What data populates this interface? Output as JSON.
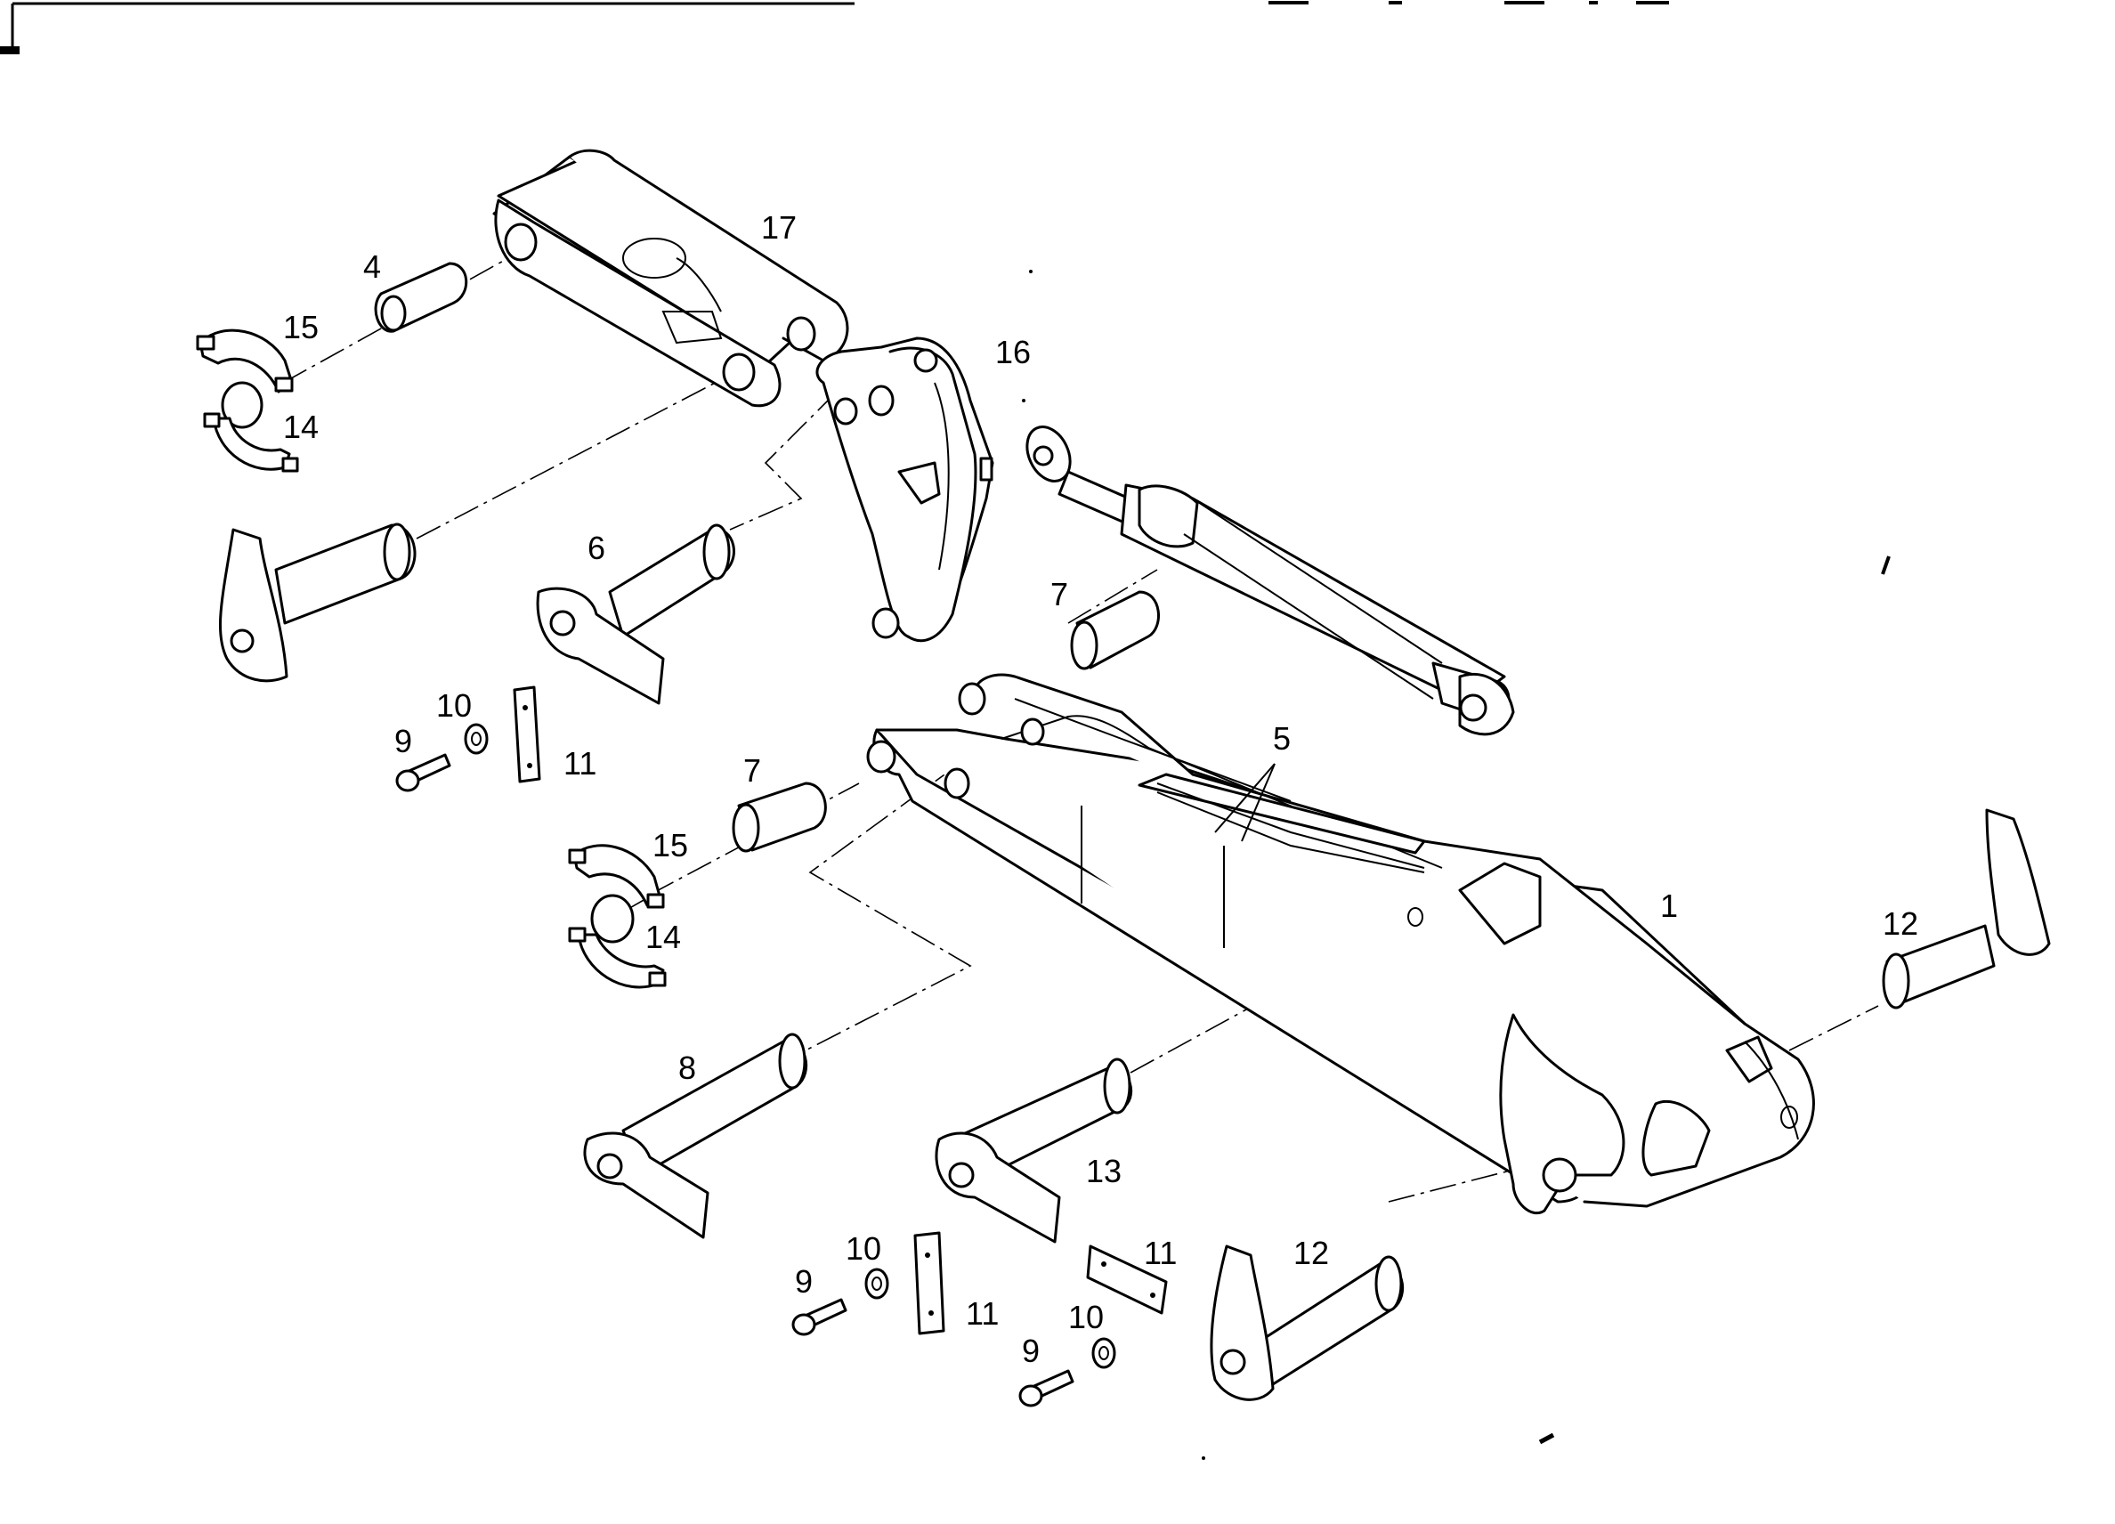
{
  "diagram": {
    "callouts": {
      "c1": "1",
      "c4": "4",
      "c5": "5",
      "c6": "6",
      "c7a": "7",
      "c7b": "7",
      "c8": "8",
      "c9a": "9",
      "c9b": "9",
      "c9c": "9",
      "c10a": "10",
      "c10b": "10",
      "c10c": "10",
      "c11a": "11",
      "c11b": "11",
      "c11c": "11",
      "c12a": "12",
      "c12b": "12",
      "c13": "13",
      "c14a": "14",
      "c14b": "14",
      "c15a": "15",
      "c15b": "15",
      "c16": "16",
      "c17": "17"
    }
  }
}
